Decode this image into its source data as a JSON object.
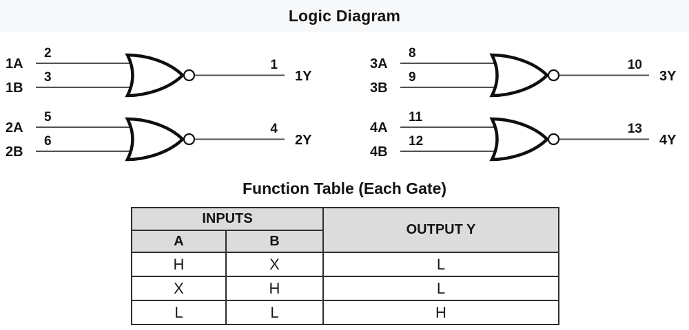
{
  "colors": {
    "page_bg": "#ffffff",
    "top_strip_bg": "#f7f8fa",
    "table_header_bg": "#dcdcdc",
    "table_border": "#2e2e2e",
    "wire": "#4f4f4f",
    "gate_outline": "#0f0f0f",
    "text": "#141414"
  },
  "logic_diagram": {
    "title": "Logic Diagram",
    "gates": [
      {
        "input_a_label": "1A",
        "input_a_pin": "2",
        "input_b_label": "1B",
        "input_b_pin": "3",
        "output_pin": "1",
        "output_label": "1Y"
      },
      {
        "input_a_label": "2A",
        "input_a_pin": "5",
        "input_b_label": "2B",
        "input_b_pin": "6",
        "output_pin": "4",
        "output_label": "2Y"
      },
      {
        "input_a_label": "3A",
        "input_a_pin": "8",
        "input_b_label": "3B",
        "input_b_pin": "9",
        "output_pin": "10",
        "output_label": "3Y"
      },
      {
        "input_a_label": "4A",
        "input_a_pin": "11",
        "input_b_label": "4B",
        "input_b_pin": "12",
        "output_pin": "13",
        "output_label": "4Y"
      }
    ]
  },
  "function_table": {
    "title": "Function Table (Each Gate)",
    "inputs_header": "INPUTS",
    "output_header": "OUTPUT Y",
    "col_a_header": "A",
    "col_b_header": "B",
    "rows": [
      {
        "a": "H",
        "b": "X",
        "y": "L"
      },
      {
        "a": "X",
        "b": "H",
        "y": "L"
      },
      {
        "a": "L",
        "b": "L",
        "y": "H"
      }
    ]
  }
}
